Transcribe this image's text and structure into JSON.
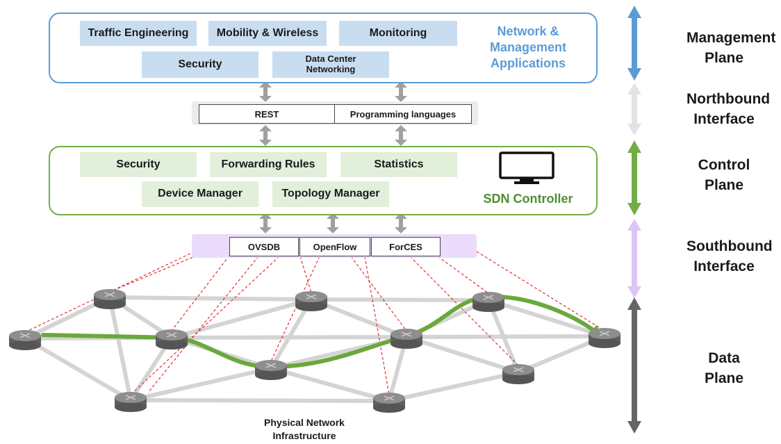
{
  "management_applications": {
    "apps": [
      "Traffic Engineering",
      "Mobility & Wireless",
      "Monitoring",
      "Security",
      "Data Center Networking"
    ],
    "title": "Network & Management Applications"
  },
  "northbound_protocols": [
    "REST",
    "Programming languages"
  ],
  "sdn_controller": {
    "modules": [
      "Security",
      "Forwarding Rules",
      "Statistics",
      "Device Manager",
      "Topology Manager"
    ],
    "title": "SDN Controller"
  },
  "southbound_protocols": [
    "OVSDB",
    "OpenFlow",
    "ForCES"
  ],
  "infrastructure_label": "Physical Network Infrastructure",
  "planes": [
    {
      "label": "Management Plane",
      "color": "#5b9bd5"
    },
    {
      "label": "Northbound Interface",
      "color": "#e3e3e3"
    },
    {
      "label": "Control Plane",
      "color": "#70ad47"
    },
    {
      "label": "Southbound Interface",
      "color": "#dcc4f7"
    },
    {
      "label": "Data Plane",
      "color": "#666666"
    }
  ],
  "colors": {
    "management_accent": "#5b9bd5",
    "control_accent": "#70ad47",
    "path_highlight": "#6aa83c",
    "southbound_link": "#e03030"
  }
}
